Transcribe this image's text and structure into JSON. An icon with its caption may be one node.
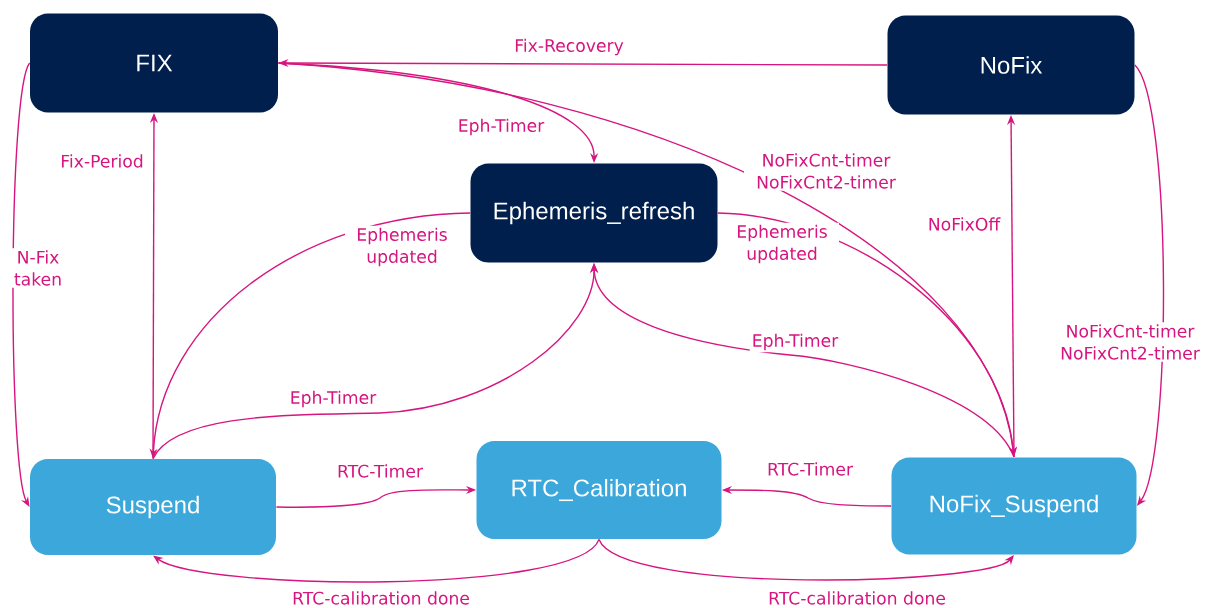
{
  "diagram": {
    "nodes": [
      {
        "text": [
          "FIX"
        ]
      },
      {
        "text": [
          "NoFix"
        ]
      },
      {
        "text": [
          "Ephemeris_refresh"
        ]
      },
      {
        "text": [
          "Suspend"
        ]
      },
      {
        "text": [
          "RTC_Calibration"
        ]
      },
      {
        "text": [
          "NoFix_Suspend"
        ]
      }
    ],
    "edges": [
      {
        "from": 1,
        "to": 0,
        "arrow": "to",
        "label": "Fix-Recovery"
      },
      {
        "from": 0,
        "to": 2,
        "arrow": "to",
        "label": "Eph-Timer"
      },
      {
        "from": 0,
        "to": 5,
        "arrow": "to",
        "label": "NoFixCnt-timer NoFixCnt2-timer"
      },
      {
        "from": 2,
        "to": 3,
        "arrow": "to",
        "label": "Ephemeris updated"
      },
      {
        "from": 2,
        "to": 5,
        "arrow": "to",
        "label": "Ephemeris updated"
      },
      {
        "from": 3,
        "to": 2,
        "arrow": "to",
        "label": "Eph-Timer"
      },
      {
        "from": 5,
        "to": 2,
        "arrow": "to",
        "label": "Eph-Timer"
      },
      {
        "from": 0,
        "to": 3,
        "arrow": "to",
        "label": "N-Fix taken"
      },
      {
        "from": 3,
        "to": 0,
        "arrow": "to",
        "label": "Fix-Period"
      },
      {
        "from": 5,
        "to": 1,
        "arrow": "to",
        "label": "NoFixOff"
      },
      {
        "from": 1,
        "to": 5,
        "arrow": "to",
        "label": "NoFixCnt-timer NoFixCnt2-timer"
      },
      {
        "from": 3,
        "to": 4,
        "arrow": "to",
        "label": "RTC-Timer"
      },
      {
        "from": 5,
        "to": 4,
        "arrow": "to",
        "label": "RTC-Timer"
      },
      {
        "from": 4,
        "to": 3,
        "arrow": "to",
        "label": "RTC-calibration done"
      },
      {
        "from": 4,
        "to": 5,
        "arrow": "to",
        "label": "RTC-calibration done"
      }
    ]
  }
}
